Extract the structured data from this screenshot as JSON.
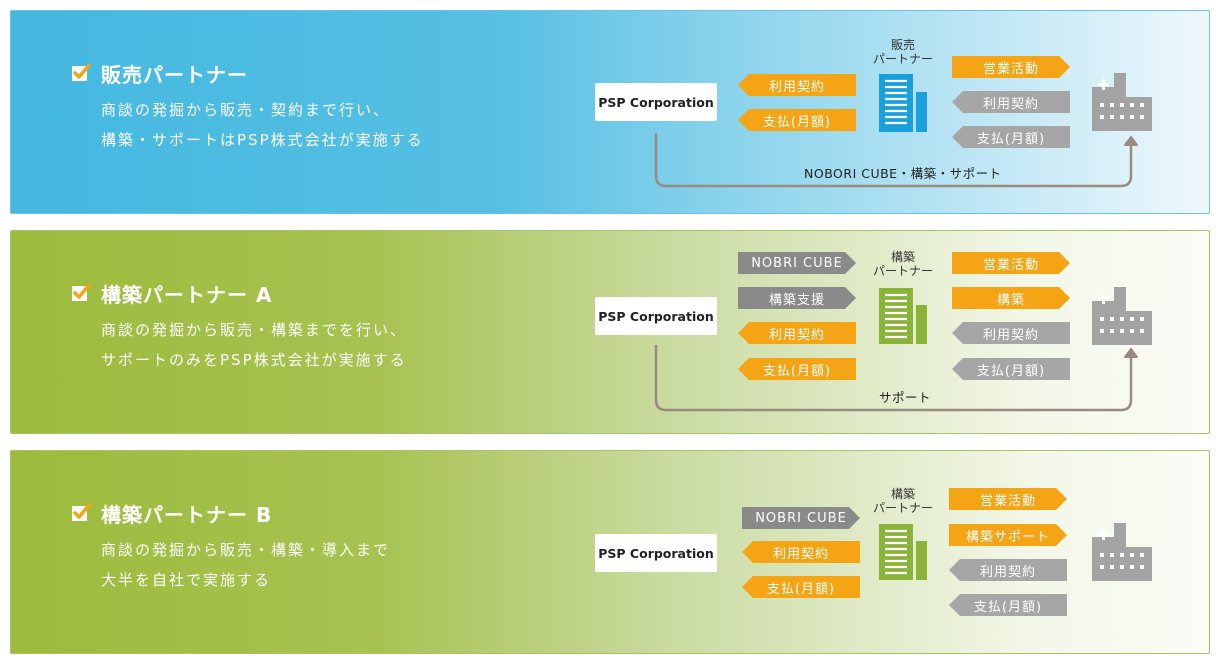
{
  "colors": {
    "orange": "#f4a414",
    "gray": "#a6a6a6",
    "blue_panel": "#45b8e0",
    "green_panel": "#9cbb3c",
    "building_blue": "#1a9fdd",
    "building_green": "#8ab33a",
    "line": "#9a8a80"
  },
  "panels": [
    {
      "title": "販売パートナー",
      "desc_line1": "商談の発掘から販売・契約まで行い、",
      "desc_line2": "構築・サポートはPSP株式会社が実施する",
      "company": "PSP Corporation",
      "partner_line1": "販売",
      "partner_line2": "パートナー",
      "left_tags": [
        "利用契約",
        "支払(月額)"
      ],
      "right_tags": [
        "営業活動",
        "利用契約",
        "支払(月額)"
      ],
      "flow_label": "NOBORI CUBE・構築・サポート"
    },
    {
      "title": "構築パートナー A",
      "desc_line1": "商談の発掘から販売・構築までを行い、",
      "desc_line2": "サポートのみをPSP株式会社が実施する",
      "company": "PSP Corporation",
      "partner_line1": "構築",
      "partner_line2": "パートナー",
      "left_tags": [
        "NOBRI CUBE",
        "構築支援",
        "利用契約",
        "支払(月額)"
      ],
      "right_tags": [
        "営業活動",
        "構築",
        "利用契約",
        "支払(月額)"
      ],
      "flow_label": "サポート"
    },
    {
      "title": "構築パートナー B",
      "desc_line1": "商談の発掘から販売・構築・導入まで",
      "desc_line2": "大半を自社で実施する",
      "company": "PSP Corporation",
      "partner_line1": "構築",
      "partner_line2": "パートナー",
      "left_tags": [
        "NOBRI CUBE",
        "利用契約",
        "支払(月額)"
      ],
      "right_tags": [
        "営業活動",
        "構築サポート",
        "利用契約",
        "支払(月額)"
      ]
    }
  ]
}
